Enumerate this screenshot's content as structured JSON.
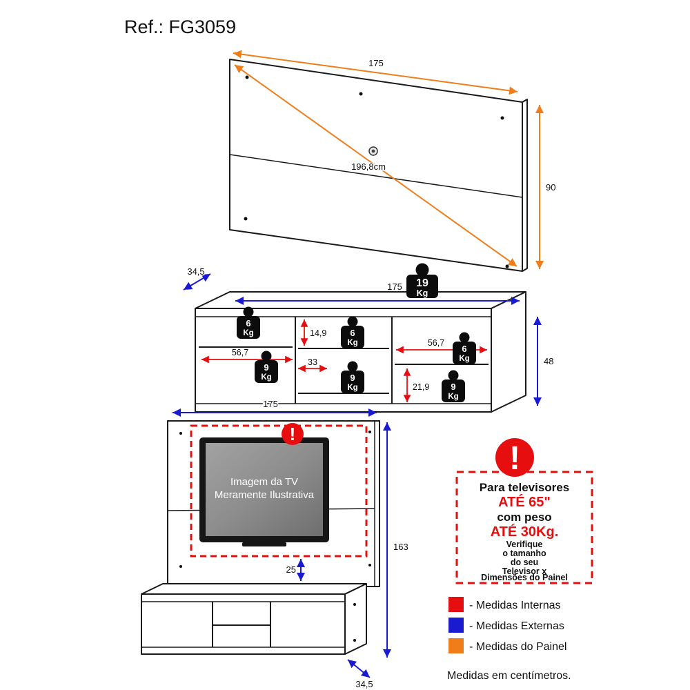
{
  "title": "Ref.: FG3059",
  "colors": {
    "red": "#e60e0e",
    "blue": "#1a1ad0",
    "orange": "#ef7d1a"
  },
  "panel": {
    "width": "175",
    "height": "90",
    "diagonal": "196,8cm"
  },
  "rack": {
    "depth": "34,5",
    "width": "175",
    "height": "48",
    "left_width": "56,7",
    "mid_height": "14,9",
    "mid_width": "33",
    "right_width": "56,7",
    "right_height": "21,9"
  },
  "weights": {
    "unit": "Kg",
    "total": "19",
    "w6": "6",
    "w9": "9"
  },
  "assembled": {
    "width": "175",
    "height": "163",
    "gap": "25",
    "depth": "34,5",
    "tv_line1": "Imagem da TV",
    "tv_line2": "Meramente Ilustrativa",
    "alert": "!"
  },
  "notice": {
    "alert": "!",
    "line1": "Para televisores",
    "line2": "ATÉ 65\"",
    "line3": "com peso",
    "line4": "ATÉ 30Kg.",
    "line5": "Verifique",
    "line6": "o tamanho",
    "line7": "do seu",
    "line8": "Televisor x",
    "line9": "Dimensões do Painel"
  },
  "legend": {
    "internas": "- Medidas Internas",
    "externas": "- Medidas Externas",
    "painel": "- Medidas do Painel",
    "note": "Medidas em centímetros."
  }
}
